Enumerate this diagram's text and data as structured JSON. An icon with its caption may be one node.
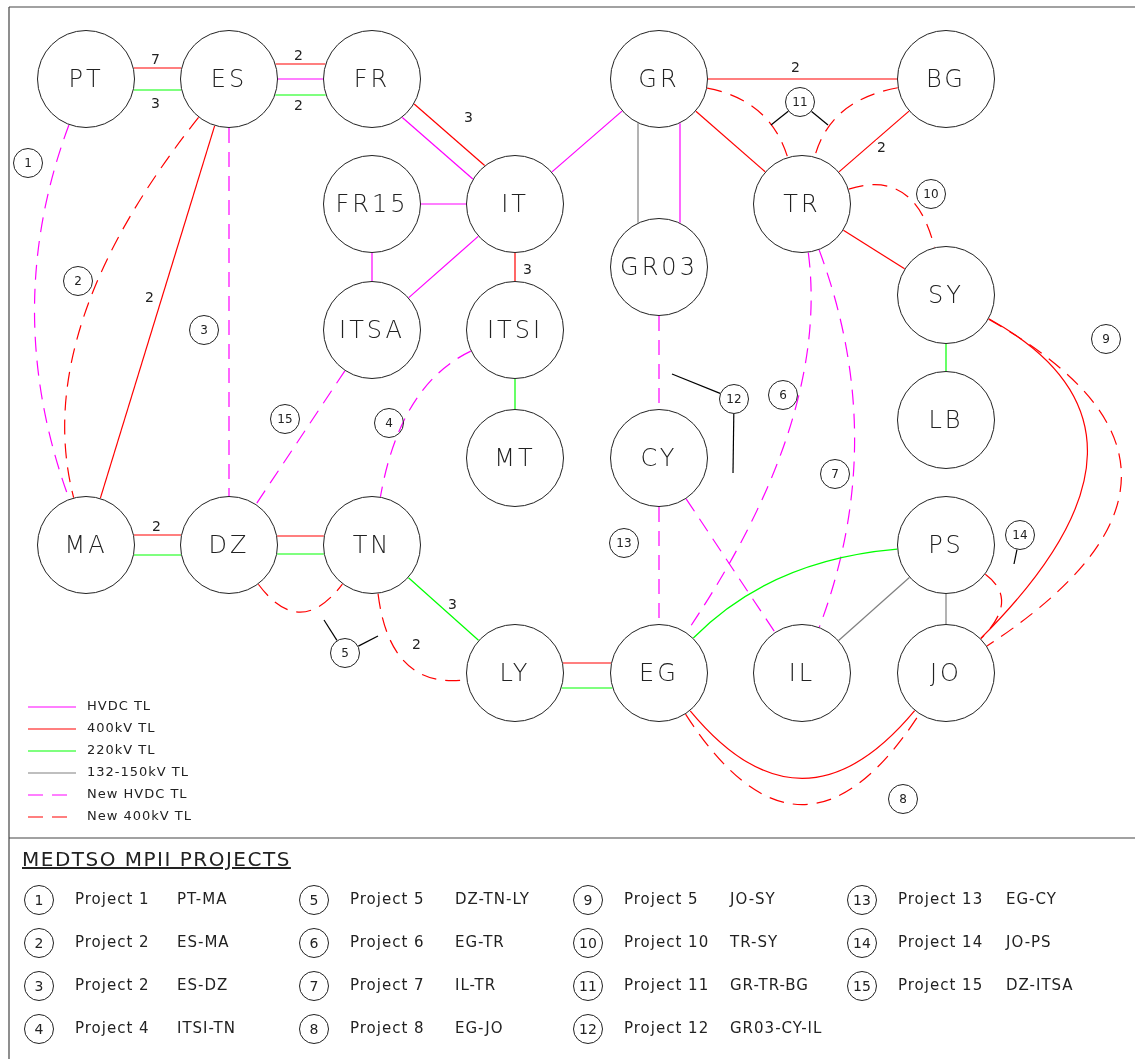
{
  "diagram": {
    "title": "MEDTSO MPII PROJECTS",
    "nodes": [
      {
        "text": [
          "PT"
        ]
      },
      {
        "text": [
          "ES"
        ]
      },
      {
        "text": [
          "FR"
        ]
      },
      {
        "text": [
          "GR"
        ]
      },
      {
        "text": [
          "BG"
        ]
      },
      {
        "text": [
          "FR15"
        ]
      },
      {
        "text": [
          "IT"
        ]
      },
      {
        "text": [
          "TR"
        ]
      },
      {
        "text": [
          "GR03"
        ]
      },
      {
        "text": [
          "SY"
        ]
      },
      {
        "text": [
          "ITSA"
        ]
      },
      {
        "text": [
          "ITSI"
        ]
      },
      {
        "text": [
          "LB"
        ]
      },
      {
        "text": [
          "MT"
        ]
      },
      {
        "text": [
          "CY"
        ]
      },
      {
        "text": [
          "MA"
        ]
      },
      {
        "text": [
          "DZ"
        ]
      },
      {
        "text": [
          "TN"
        ]
      },
      {
        "text": [
          "PS"
        ]
      },
      {
        "text": [
          "LY"
        ]
      },
      {
        "text": [
          "EG"
        ]
      },
      {
        "text": [
          "IL"
        ]
      },
      {
        "text": [
          "JO"
        ]
      },
      {
        "text": [
          "1"
        ]
      },
      {
        "text": [
          "2"
        ]
      },
      {
        "text": [
          "3"
        ]
      },
      {
        "text": [
          "4"
        ]
      },
      {
        "text": [
          "5"
        ]
      },
      {
        "text": [
          "6"
        ]
      },
      {
        "text": [
          "7"
        ]
      },
      {
        "text": [
          "8"
        ]
      },
      {
        "text": [
          "9"
        ]
      },
      {
        "text": [
          "10"
        ]
      },
      {
        "text": [
          "11"
        ]
      },
      {
        "text": [
          "12"
        ]
      },
      {
        "text": [
          "13"
        ]
      },
      {
        "text": [
          "14"
        ]
      },
      {
        "text": [
          "15"
        ]
      },
      {
        "text": [
          "1"
        ],
        "beside": [
          "Project 1",
          "PT-MA"
        ]
      },
      {
        "text": [
          "5"
        ],
        "beside": [
          "Project 5",
          "DZ-TN-LY"
        ]
      },
      {
        "text": [
          "9"
        ],
        "beside": [
          "Project 5",
          "JO-SY"
        ]
      },
      {
        "text": [
          "13"
        ],
        "beside": [
          "Project 13",
          "EG-CY"
        ]
      },
      {
        "text": [
          "2"
        ],
        "beside": [
          "Project 2",
          "ES-MA"
        ]
      },
      {
        "text": [
          "6"
        ],
        "beside": [
          "Project 6",
          "EG-TR"
        ]
      },
      {
        "text": [
          "10"
        ],
        "beside": [
          "Project 10",
          "TR-SY"
        ]
      },
      {
        "text": [
          "14"
        ],
        "beside": [
          "Project 14",
          "JO-PS"
        ]
      },
      {
        "text": [
          "3"
        ],
        "beside": [
          "Project 2",
          "ES-DZ"
        ]
      },
      {
        "text": [
          "7"
        ],
        "beside": [
          "Project 7",
          "IL-TR"
        ]
      },
      {
        "text": [
          "11"
        ],
        "beside": [
          "Project 11",
          "GR-TR-BG"
        ]
      },
      {
        "text": [
          "15"
        ],
        "beside": [
          "Project 15",
          "DZ-ITSA"
        ]
      },
      {
        "text": [
          "4"
        ],
        "beside": [
          "Project 4",
          "ITSI-TN"
        ]
      },
      {
        "text": [
          "8"
        ],
        "beside": [
          "Project 8",
          "EG-JO"
        ]
      },
      {
        "text": [
          "12"
        ],
        "beside": [
          "Project 12",
          "GR03-CY-IL"
        ]
      }
    ],
    "edges": [
      {
        "from": 0,
        "to": 1,
        "arrow": "none",
        "label": "7"
      },
      {
        "from": 0,
        "to": 1,
        "arrow": "none",
        "label": "3",
        "color": "#00ff00"
      },
      {
        "from": 1,
        "to": 2,
        "arrow": "none",
        "label": "2"
      },
      {
        "from": 1,
        "to": 2,
        "arrow": "none",
        "color": "#ff00ff"
      },
      {
        "from": 1,
        "to": 2,
        "arrow": "none",
        "label": "2",
        "color": "#00ff00"
      },
      {
        "from": 2,
        "to": 6,
        "arrow": "none",
        "label": "3"
      },
      {
        "from": 2,
        "to": 6,
        "arrow": "none",
        "color": "#ff00ff"
      },
      {
        "from": 5,
        "to": 6,
        "arrow": "none",
        "color": "#ff00ff"
      },
      {
        "from": 5,
        "to": 10,
        "arrow": "none",
        "color": "#ff00ff"
      },
      {
        "from": 10,
        "to": 6,
        "arrow": "none",
        "color": "#ff00ff"
      },
      {
        "from": 6,
        "to": 11,
        "arrow": "none",
        "label": "3"
      },
      {
        "from": 11,
        "to": 13,
        "arrow": "none",
        "color": "#00ff00"
      },
      {
        "from": 6,
        "to": 3,
        "arrow": "none",
        "color": "#ff00ff"
      },
      {
        "from": 3,
        "to": 4,
        "arrow": "none",
        "label": "2"
      },
      {
        "from": 3,
        "to": 8,
        "arrow": "none",
        "color": "#808080"
      },
      {
        "from": 3,
        "to": 8,
        "arrow": "none",
        "color": "#ff00ff"
      },
      {
        "from": 3,
        "to": 7,
        "arrow": "none"
      },
      {
        "from": 4,
        "to": 7,
        "arrow": "none",
        "label": "2"
      },
      {
        "from": 3,
        "to": 7,
        "arrow": "none",
        "style": "dashed"
      },
      {
        "from": 4,
        "to": 7,
        "arrow": "none",
        "style": "dashed"
      },
      {
        "from": 7,
        "to": 9,
        "arrow": "none"
      },
      {
        "from": 7,
        "to": 9,
        "arrow": "none",
        "style": "dashed"
      },
      {
        "from": 9,
        "to": 12,
        "arrow": "none",
        "color": "#00ff00"
      },
      {
        "from": 9,
        "to": 22,
        "arrow": "none"
      },
      {
        "from": 9,
        "to": 22,
        "arrow": "none",
        "style": "dashed"
      },
      {
        "from": 0,
        "to": 15,
        "arrow": "none",
        "style": "dashed",
        "color": "#ff00ff"
      },
      {
        "from": 1,
        "to": 15,
        "arrow": "none",
        "style": "dashed"
      },
      {
        "from": 1,
        "to": 15,
        "arrow": "none",
        "label": "2"
      },
      {
        "from": 1,
        "to": 16,
        "arrow": "none",
        "style": "dashed",
        "color": "#ff00ff"
      },
      {
        "from": 10,
        "to": 16,
        "arrow": "none",
        "style": "dashed",
        "color": "#ff00ff"
      },
      {
        "from": 11,
        "to": 17,
        "arrow": "none",
        "style": "dashed",
        "color": "#ff00ff"
      },
      {
        "from": 8,
        "to": 14,
        "arrow": "none",
        "style": "dashed",
        "color": "#ff00ff"
      },
      {
        "from": 14,
        "to": 21,
        "arrow": "none",
        "style": "dashed",
        "color": "#ff00ff"
      },
      {
        "from": 7,
        "to": 20,
        "arrow": "none",
        "style": "dashed",
        "color": "#ff00ff"
      },
      {
        "from": 7,
        "to": 21,
        "arrow": "none",
        "style": "dashed",
        "color": "#ff00ff"
      },
      {
        "from": 14,
        "to": 20,
        "arrow": "none",
        "style": "dashed",
        "color": "#ff00ff"
      },
      {
        "from": 15,
        "to": 16,
        "arrow": "none",
        "label": "2"
      },
      {
        "from": 15,
        "to": 16,
        "arrow": "none",
        "color": "#00ff00"
      },
      {
        "from": 16,
        "to": 17,
        "arrow": "none"
      },
      {
        "from": 16,
        "to": 17,
        "arrow": "none",
        "color": "#00ff00"
      },
      {
        "from": 16,
        "to": 17,
        "arrow": "none",
        "style": "dashed"
      },
      {
        "from": 17,
        "to": 19,
        "arrow": "none",
        "label": "3",
        "color": "#00ff00"
      },
      {
        "from": 17,
        "to": 19,
        "arrow": "none",
        "label": "2",
        "style": "dashed"
      },
      {
        "from": 19,
        "to": 20,
        "arrow": "none"
      },
      {
        "from": 19,
        "to": 20,
        "arrow": "none",
        "color": "#00ff00"
      },
      {
        "from": 20,
        "to": 18,
        "arrow": "none",
        "color": "#00ff00"
      },
      {
        "from": 18,
        "to": 21,
        "arrow": "none",
        "color": "#808080"
      },
      {
        "from": 18,
        "to": 22,
        "arrow": "none",
        "color": "#808080"
      },
      {
        "from": 18,
        "to": 22,
        "arrow": "none",
        "style": "dashed"
      },
      {
        "from": 20,
        "to": 22,
        "arrow": "none"
      },
      {
        "from": 20,
        "to": 22,
        "arrow": "none",
        "style": "dashed"
      },
      {
        "from": 33,
        "to": null,
        "arrow": "none",
        "color": "#000000"
      },
      {
        "from": 33,
        "to": null,
        "arrow": "none",
        "color": "#000000"
      },
      {
        "from": 34,
        "to": null,
        "arrow": "none",
        "color": "#000000"
      },
      {
        "from": 34,
        "to": null,
        "arrow": "none",
        "color": "#000000"
      },
      {
        "from": 27,
        "to": null,
        "arrow": "none",
        "color": "#000000"
      },
      {
        "from": 27,
        "to": null,
        "arrow": "none",
        "color": "#000000"
      },
      {
        "from": 36,
        "to": null,
        "arrow": "none",
        "color": "#000000"
      }
    ],
    "legend": [
      {
        "text": "HVDC TL"
      },
      {
        "text": "400kV TL"
      },
      {
        "text": "220kV TL"
      },
      {
        "text": "132-150kV TL"
      },
      {
        "text": "New HVDC TL"
      },
      {
        "text": "New 400kV TL"
      }
    ]
  }
}
